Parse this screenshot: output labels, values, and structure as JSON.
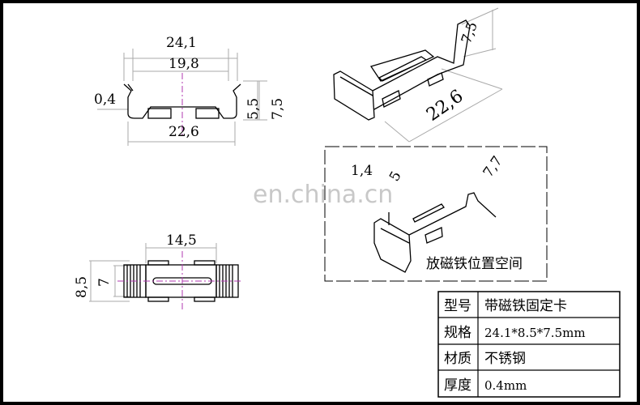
{
  "watermark": "en.china.cn",
  "front_view": {
    "overall_width": "24,1",
    "inner_width": "19,8",
    "thickness": "0,4",
    "bottom_width": "22,6",
    "inner_height": "5,5",
    "overall_height": "7,5"
  },
  "iso_view": {
    "height": "7,5",
    "length": "22,6"
  },
  "detail_view": {
    "dim_a": "1,4",
    "dim_b": "5",
    "dim_c": "7,7",
    "caption": "放磁铁位置空间"
  },
  "top_view": {
    "slot_length": "14,5",
    "overall_height": "8,5",
    "inner_height": "7"
  },
  "spec_table": [
    {
      "label": "型号",
      "value": "带磁铁固定卡"
    },
    {
      "label": "规格",
      "value": "24.1*8.5*7.5mm"
    },
    {
      "label": "材质",
      "value": "不锈钢"
    },
    {
      "label": "厚度",
      "value": "0.4mm"
    }
  ]
}
